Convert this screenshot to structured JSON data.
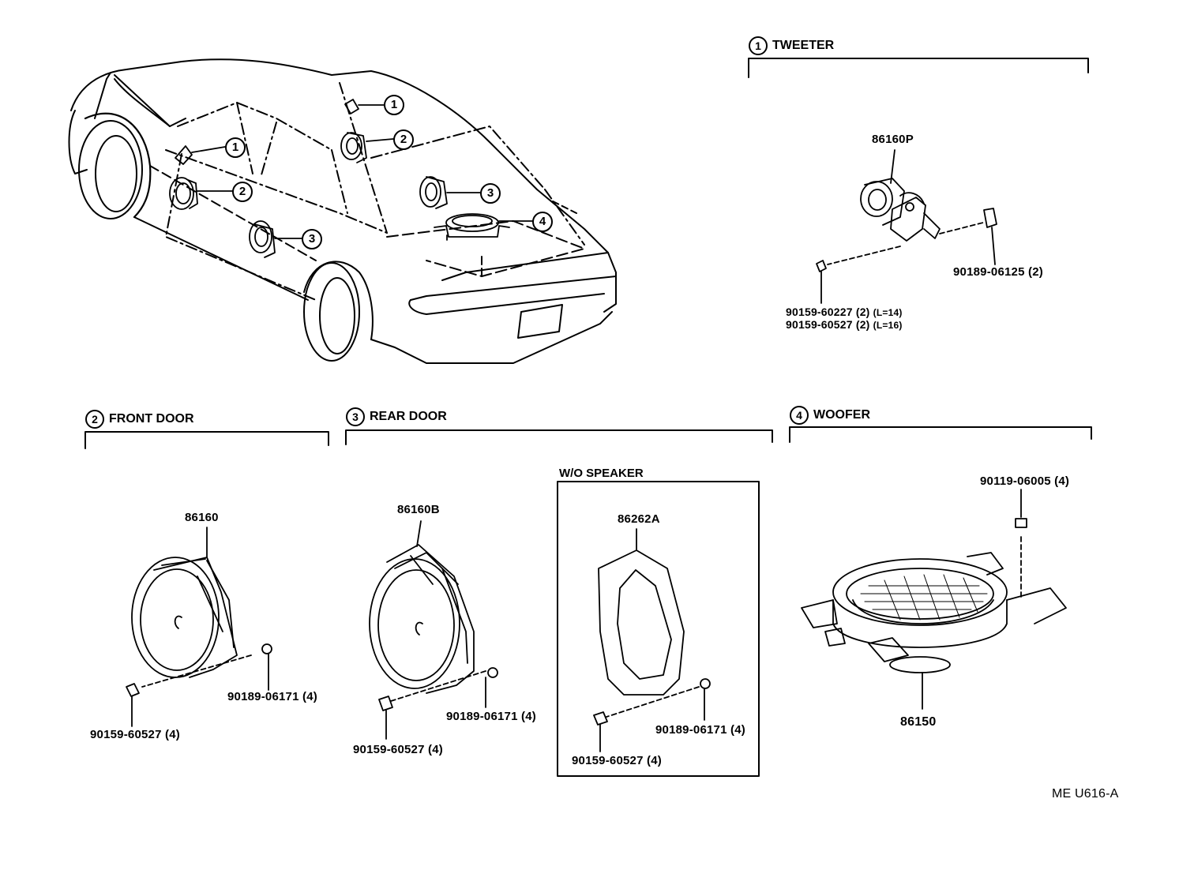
{
  "sections": {
    "tweeter": {
      "num": "1",
      "title": "TWEETER"
    },
    "front_door": {
      "num": "2",
      "title": "FRONT DOOR"
    },
    "rear_door": {
      "num": "3",
      "title": "REAR DOOR"
    },
    "woofer": {
      "num": "4",
      "title": "WOOFER"
    },
    "wo_speaker": {
      "title": "W/O SPEAKER"
    }
  },
  "car_callouts": [
    "1",
    "2",
    "3",
    "1",
    "2",
    "3",
    "4"
  ],
  "parts": {
    "tweeter": {
      "assy": "86160P",
      "nut": "90189-06125",
      "nut_qty": "(2)",
      "screw1": "90159-60227",
      "screw1_qty": "(2)",
      "screw1_len": "(L=14)",
      "screw2": "90159-60527",
      "screw2_qty": "(2)",
      "screw2_len": "(L=16)"
    },
    "front_door": {
      "assy": "86160",
      "nut": "90189-06171",
      "nut_qty": "(4)",
      "screw": "90159-60527",
      "screw_qty": "(4)"
    },
    "rear_door": {
      "assy": "86160B",
      "nut": "90189-06171",
      "nut_qty": "(4)",
      "screw": "90159-60527",
      "screw_qty": "(4)"
    },
    "wo_speaker": {
      "assy": "86262A",
      "nut": "90189-06171",
      "nut_qty": "(4)",
      "screw": "90159-60527",
      "screw_qty": "(4)"
    },
    "woofer": {
      "assy": "86150",
      "bolt": "90119-06005",
      "bolt_qty": "(4)"
    }
  },
  "footer_code": "ME  U616-A"
}
